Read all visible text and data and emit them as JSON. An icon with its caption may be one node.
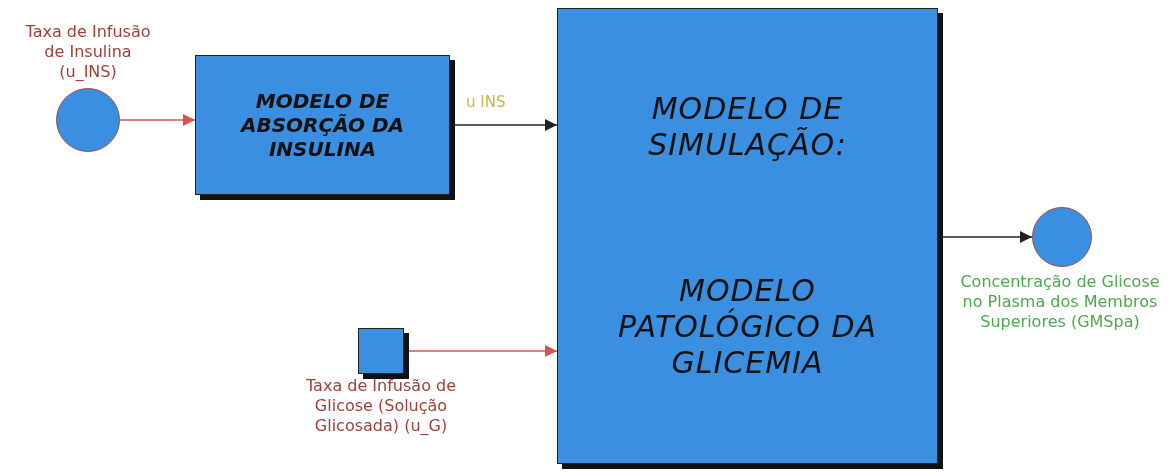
{
  "diagram": {
    "nodes": [
      {
        "text": [],
        "shape": "circle",
        "beside": [
          "Taxa de Infusão de Insulina (u_INS)"
        ]
      },
      {
        "text": [
          "MODELO DE ABSORÇÃO DA INSULINA"
        ]
      },
      {
        "text": [
          "MODELO DE SIMULAÇÃO:",
          "MODELO PATOLÓGICO DA GLICEMIA"
        ]
      },
      {
        "text": [],
        "shape": "box",
        "beside": [
          "Taxa de Infusão de Glicose (Solução Glicosada) (u_G)"
        ]
      },
      {
        "text": [],
        "shape": "circle",
        "beside": [
          "Concentração de Glicose no Plasma dos Membros Superiores (GMSpa)"
        ]
      }
    ],
    "edges": [
      {
        "from": 0,
        "to": 1,
        "arrow": "to",
        "color": "#d9534f"
      },
      {
        "from": 1,
        "to": 2,
        "arrow": "to",
        "label": "u INS",
        "color": "#222222"
      },
      {
        "from": 3,
        "to": 2,
        "arrow": "to",
        "color": "#d9534f"
      },
      {
        "from": 2,
        "to": 4,
        "arrow": "to",
        "color": "#222222"
      }
    ]
  }
}
